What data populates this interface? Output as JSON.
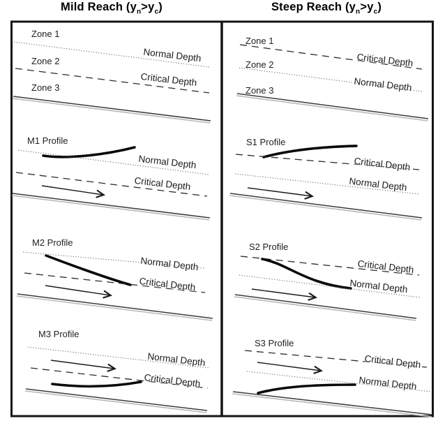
{
  "header": {
    "mild_title": {
      "prefix": "Mild Reach (y",
      "sub_n": "n",
      "middle": ">y",
      "sub_c": "c",
      "suffix": ")"
    },
    "steep_title": {
      "prefix": "Steep Reach (y",
      "sub_n": "n",
      "middle": ">y",
      "sub_c": "c",
      "suffix": ")"
    }
  },
  "mild": {
    "zones": {
      "zone1": "Zone 1",
      "zone2": "Zone 2",
      "zone3": "Zone 3",
      "upper_line": "Normal Depth",
      "lower_line": "Critical Depth"
    },
    "m1": {
      "title": "M1 Profile",
      "upper_line": "Normal Depth",
      "lower_line": "Critical Depth"
    },
    "m2": {
      "title": "M2 Profile",
      "upper_line": "Normal Depth",
      "lower_line": "Critical Depth"
    },
    "m3": {
      "title": "M3 Profile",
      "upper_line": "Normal Depth",
      "lower_line": "Critical Depth"
    }
  },
  "steep": {
    "zones": {
      "zone1": "Zone 1",
      "zone2": "Zone 2",
      "zone3": "Zone 3",
      "upper_line": "Critical Depth",
      "lower_line": "Normal Depth"
    },
    "s1": {
      "title": "S1 Profile",
      "upper_line": "Critical Depth",
      "lower_line": "Normal Depth"
    },
    "s2": {
      "title": "S2 Profile",
      "upper_line": "Critical Depth",
      "lower_line": "Normal Depth"
    },
    "s3": {
      "title": "S3 Profile",
      "upper_line": "Critical Depth",
      "lower_line": "Normal Depth"
    }
  },
  "colors": {
    "ink": "#1a1a1a",
    "paper": "#ffffff",
    "bed-shadow": "#b8b8b8"
  }
}
